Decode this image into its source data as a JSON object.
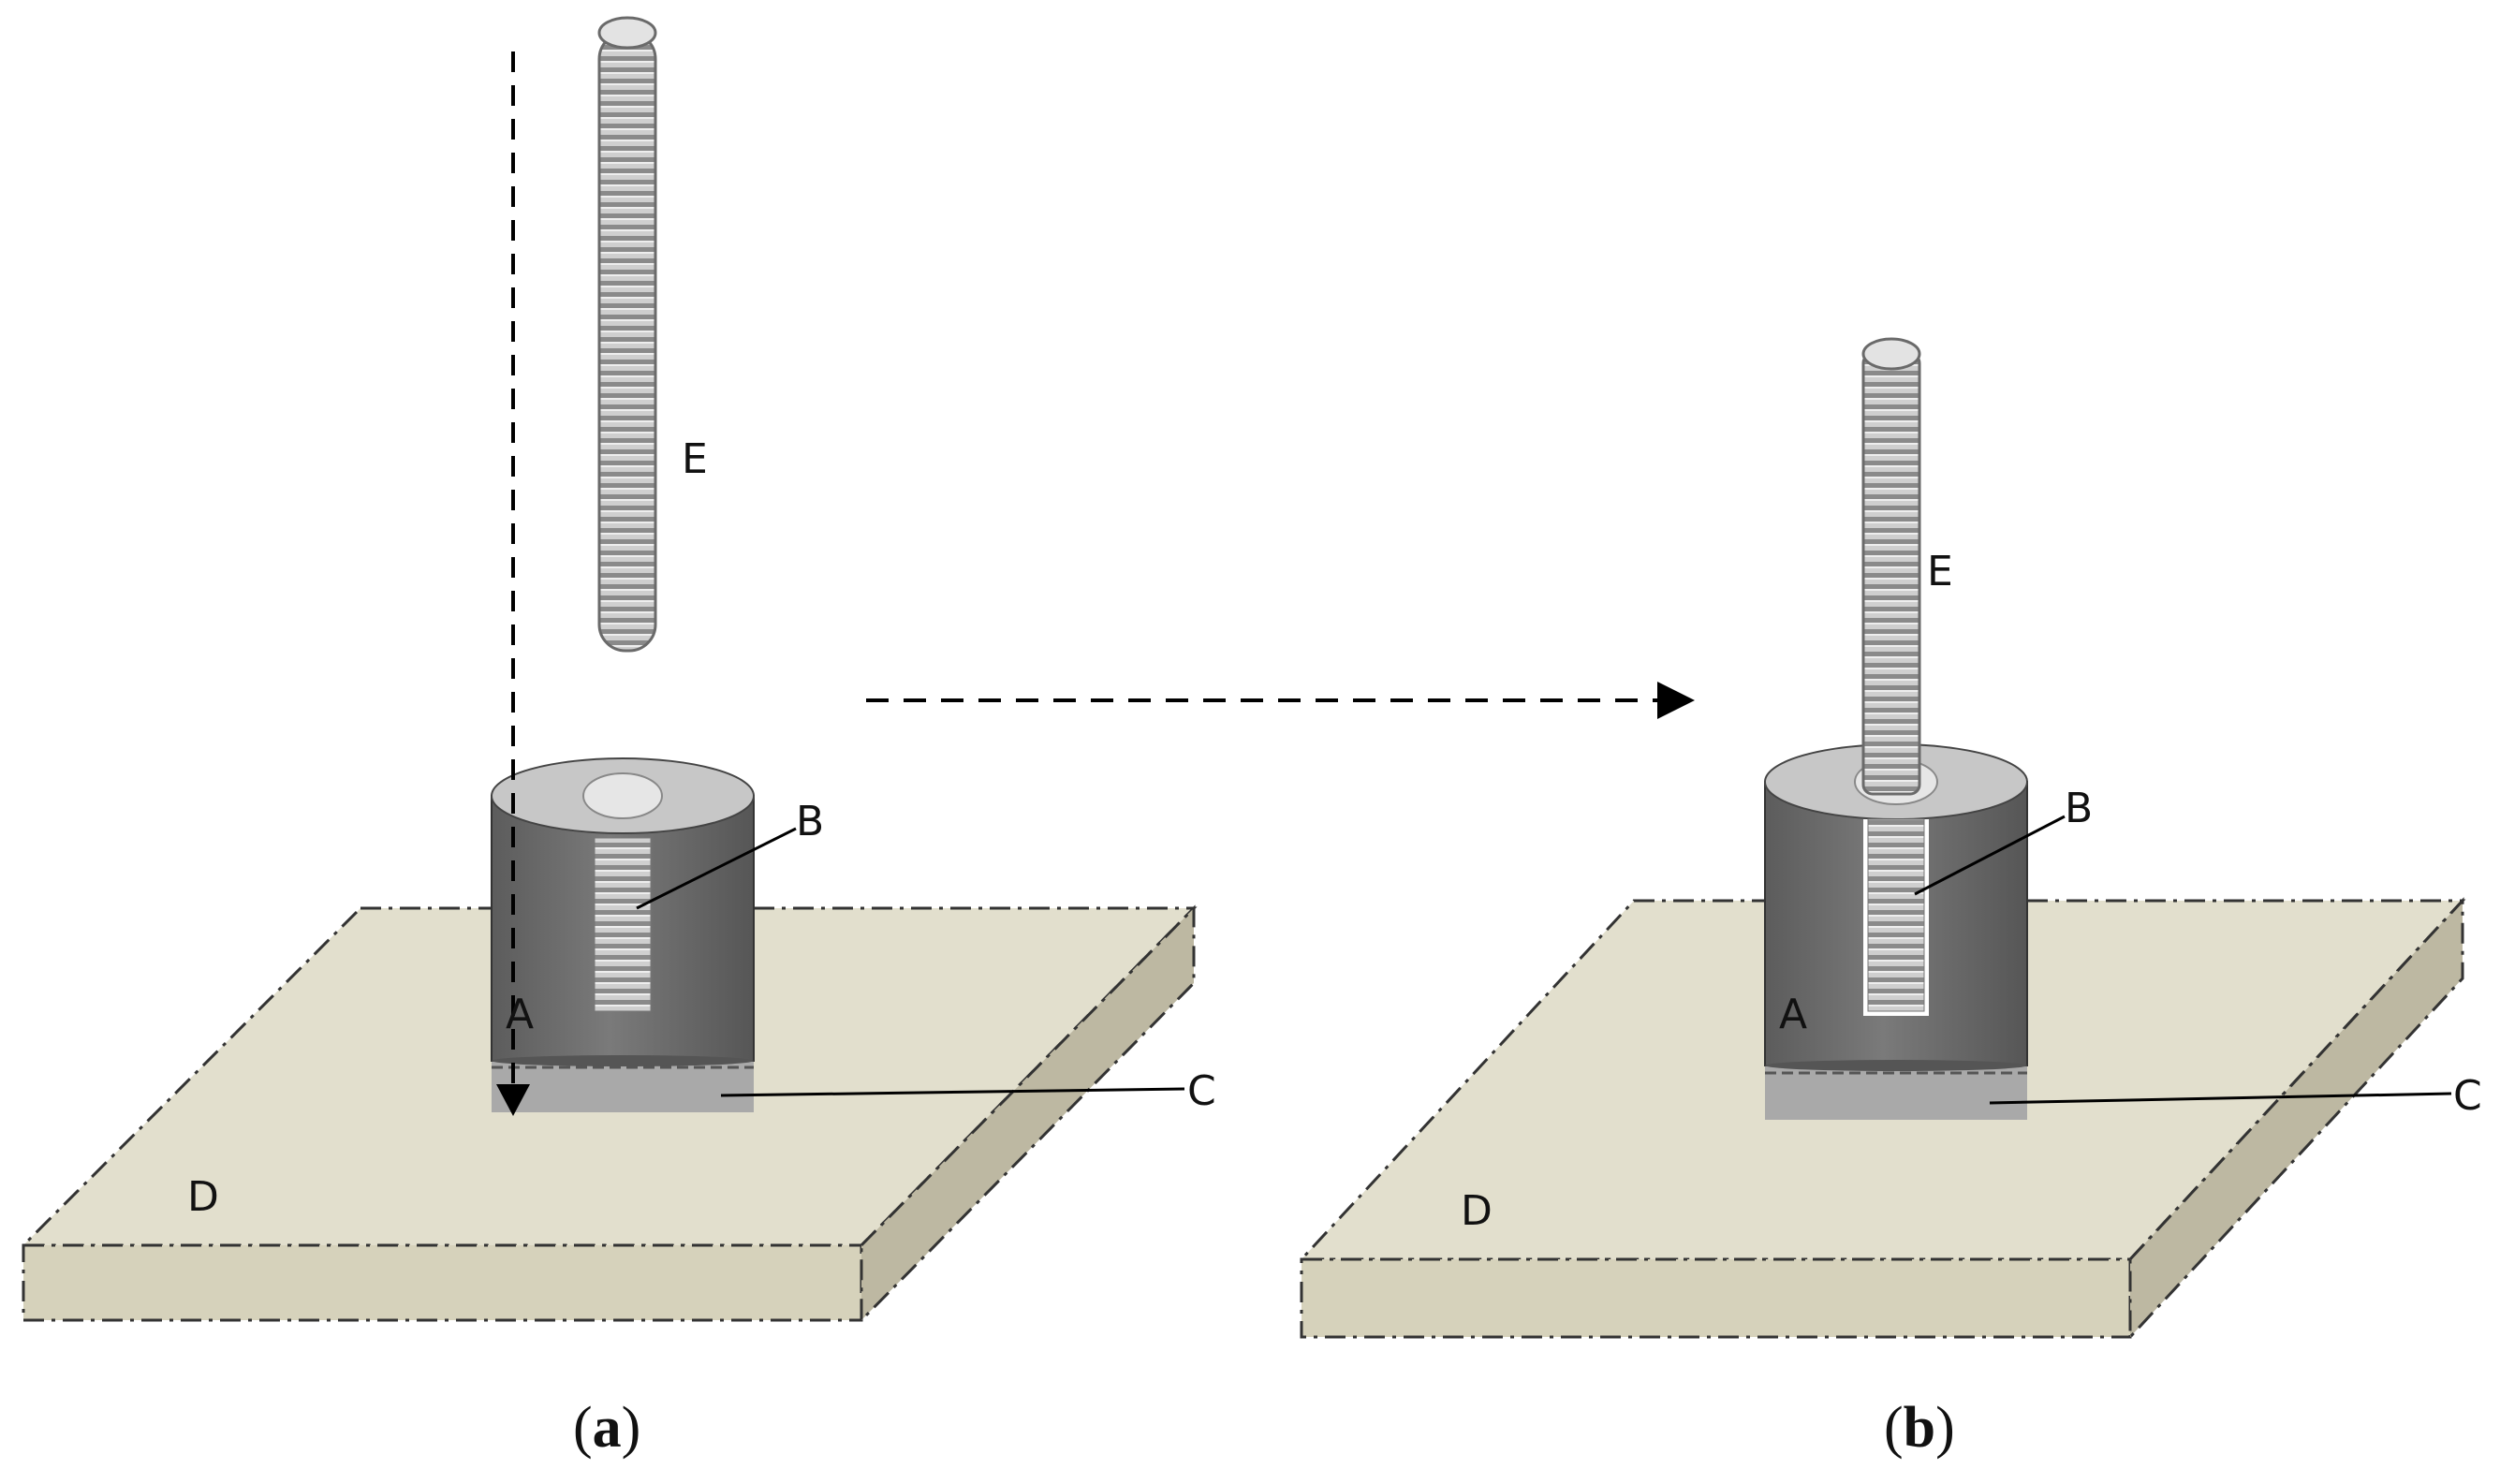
{
  "figure": {
    "panel_a": {
      "caption_open": "(",
      "caption_letter": "a",
      "caption_close": ")",
      "labels": {
        "A": "A",
        "B": "B",
        "C": "C",
        "D": "D",
        "E": "E"
      }
    },
    "panel_b": {
      "caption_open": "(",
      "caption_letter": "b",
      "caption_close": ")",
      "labels": {
        "A": "A",
        "B": "B",
        "C": "C",
        "D": "D",
        "E": "E"
      }
    }
  },
  "colors": {
    "slab_top": "#e2dfcd",
    "slab_front": "#d6d2bb",
    "slab_side": "#bdb8a2",
    "cylinder_body": "#6f6f6f",
    "cylinder_top": "#c7c7c7",
    "pad": "#a9a9a9",
    "rod": "#c9c9c9",
    "rod_thread": "#7d7d7d"
  }
}
